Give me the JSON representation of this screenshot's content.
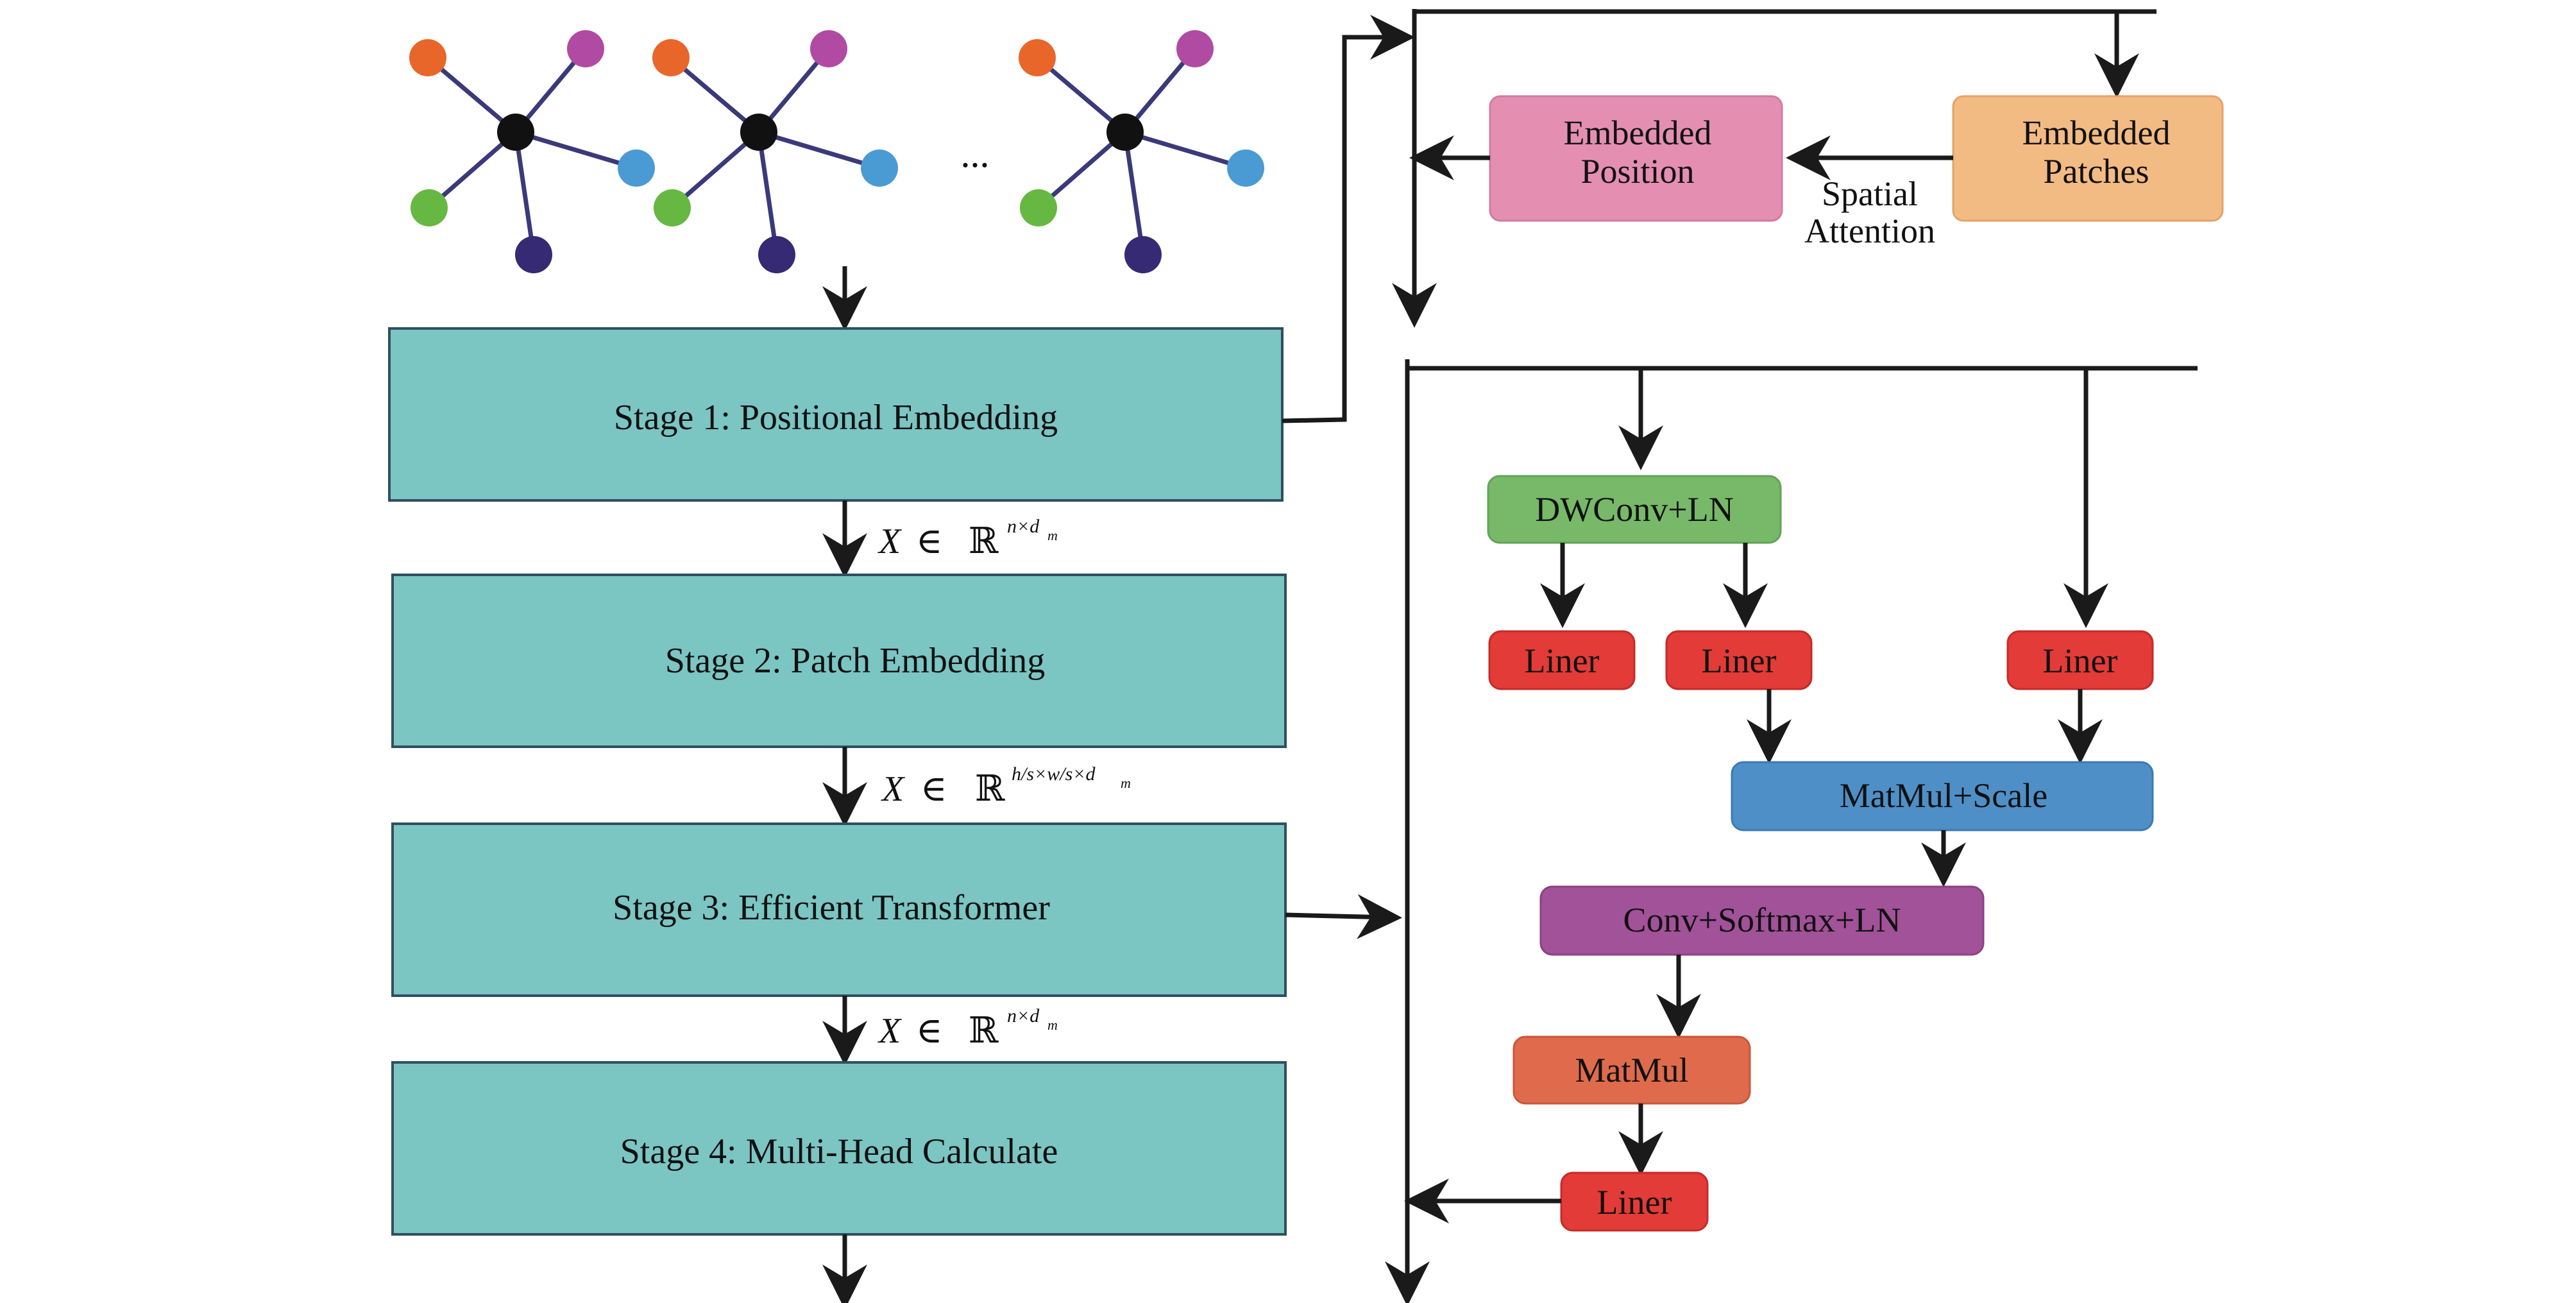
{
  "colors": {
    "stage_fill": "#7bc5c3",
    "embedded_position": "#e48fb2",
    "embedded_patches": "#f2bb84",
    "dwconv_ln": "#77b968",
    "liner": "#e33b37",
    "matmul_scale": "#4f8fc7",
    "conv_softmax_ln": "#a25298",
    "matmul": "#df6b4c",
    "node_center": "#111111",
    "node_orange": "#e8662a",
    "node_magenta": "#b14aa3",
    "node_blue": "#4a9bd3",
    "node_green": "#66b842",
    "node_navy": "#352a73"
  },
  "graph_icons": {
    "ellipsis": "..."
  },
  "stages": [
    {
      "label": "Stage 1: Positional Embedding"
    },
    {
      "label": "Stage 2: Patch Embedding"
    },
    {
      "label": "Stage 3: Efficient Transformer"
    },
    {
      "label": "Stage 4: Multi-Head Calculate"
    }
  ],
  "transitions": [
    {
      "var": "X",
      "in": "∈",
      "set": "ℝ",
      "sup": "n×d",
      "sub": "m"
    },
    {
      "var": "X",
      "in": "∈",
      "set": "ℝ",
      "sup": "h/s×w/s×d",
      "sub": "m"
    },
    {
      "var": "X",
      "in": "∈",
      "set": "ℝ",
      "sup": "n×d",
      "sub": "m"
    }
  ],
  "attention": {
    "embedded_position": [
      "Embedded",
      "Position"
    ],
    "embedded_patches": [
      "Embedded",
      "Patches"
    ],
    "edge_label": [
      "Spatial",
      "Attention"
    ]
  },
  "transformer": {
    "dwconv": "DWConv+LN",
    "liner_1": "Liner",
    "liner_2": "Liner",
    "liner_3": "Liner",
    "matmul_scale": "MatMul+Scale",
    "conv_softmax": "Conv+Softmax+LN",
    "matmul": "MatMul",
    "liner_out": "Liner"
  }
}
